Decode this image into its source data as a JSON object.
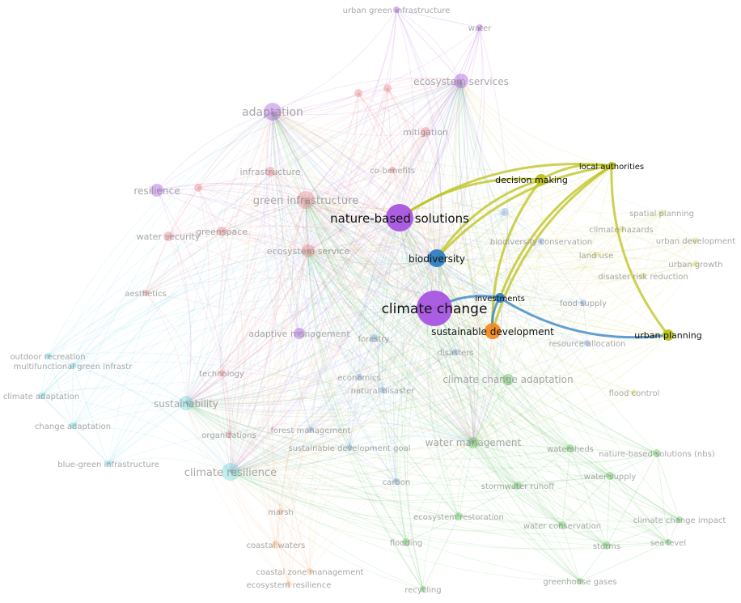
{
  "colors": {
    "purple": "#a855e0",
    "red": "#e8858a",
    "blue": "#2f7fc1",
    "green": "#5fbf5a",
    "yellow": "#bcc21a",
    "cyan": "#6fd4dd",
    "orange": "#f28a22",
    "lightblue": "#7fa8dc",
    "lightyellow": "#d9dc7a",
    "peach": "#f5b98a"
  },
  "network": {
    "nodes": [
      {
        "id": "climate_change",
        "label": "climate change",
        "cluster": "purple",
        "active": true
      },
      {
        "id": "nbs",
        "label": "nature-based solutions",
        "cluster": "purple",
        "active": true
      },
      {
        "id": "biodiversity",
        "label": "biodiversity",
        "cluster": "blue",
        "active": true
      },
      {
        "id": "sustainable_development",
        "label": "sustainable development",
        "cluster": "orange",
        "active": true
      },
      {
        "id": "decision_making",
        "label": "decision making",
        "cluster": "yellow",
        "active": true
      },
      {
        "id": "local_authorities",
        "label": "local authorities",
        "cluster": "yellow",
        "active": true
      },
      {
        "id": "urban_planning",
        "label": "urban planning",
        "cluster": "yellow",
        "active": true
      },
      {
        "id": "investments",
        "label": "investments",
        "cluster": "blue",
        "active": true
      },
      {
        "id": "urban_green_infrastructure",
        "label": "urban green infrastructure",
        "cluster": "purple"
      },
      {
        "id": "water",
        "label": "water",
        "cluster": "purple"
      },
      {
        "id": "ecosystem_services",
        "label": "ecosystem services",
        "cluster": "purple"
      },
      {
        "id": "adaptation",
        "label": "adaptation",
        "cluster": "purple"
      },
      {
        "id": "resilience",
        "label": "resilience",
        "cluster": "purple"
      },
      {
        "id": "adaptive_management",
        "label": "adaptive management",
        "cluster": "purple"
      },
      {
        "id": "mitigation",
        "label": "mitigation",
        "cluster": "red"
      },
      {
        "id": "infrastructure",
        "label": "infrastructure",
        "cluster": "red"
      },
      {
        "id": "co_benefits",
        "label": "co-benefits",
        "cluster": "red"
      },
      {
        "id": "green_infrastructure",
        "label": "green infrastructure",
        "cluster": "red"
      },
      {
        "id": "greenspace",
        "label": "greenspace",
        "cluster": "red"
      },
      {
        "id": "water_security",
        "label": "water security",
        "cluster": "red"
      },
      {
        "id": "ecosystem_service",
        "label": "ecosystem service",
        "cluster": "red"
      },
      {
        "id": "aesthetics",
        "label": "aesthetics",
        "cluster": "red"
      },
      {
        "id": "technology",
        "label": "technology",
        "cluster": "red"
      },
      {
        "id": "organizations",
        "label": "organizations",
        "cluster": "red"
      },
      {
        "id": "red_a",
        "label": "",
        "cluster": "red"
      },
      {
        "id": "red_b",
        "label": "",
        "cluster": "red"
      },
      {
        "id": "red_c",
        "label": "",
        "cluster": "red"
      },
      {
        "id": "outdoor_recreation",
        "label": "outdoor recreation",
        "cluster": "cyan"
      },
      {
        "id": "multifunctional",
        "label": "multifunctional green infrastr",
        "cluster": "cyan"
      },
      {
        "id": "climate_adaptation",
        "label": "climate adaptation",
        "cluster": "cyan"
      },
      {
        "id": "change_adaptation",
        "label": "change adaptation",
        "cluster": "cyan"
      },
      {
        "id": "blue_green_infrastructure",
        "label": "blue-green infrastructure",
        "cluster": "cyan"
      },
      {
        "id": "sustainability",
        "label": "sustainability",
        "cluster": "cyan"
      },
      {
        "id": "climate_resilience",
        "label": "climate resilience",
        "cluster": "cyan"
      },
      {
        "id": "forestry",
        "label": "forestry",
        "cluster": "lightblue"
      },
      {
        "id": "economics",
        "label": "economics",
        "cluster": "lightblue"
      },
      {
        "id": "natural_disaster",
        "label": "natural disaster",
        "cluster": "lightblue"
      },
      {
        "id": "disasters",
        "label": "disasters",
        "cluster": "lightblue"
      },
      {
        "id": "forest_management",
        "label": "forest management",
        "cluster": "lightblue"
      },
      {
        "id": "sdg",
        "label": "sustainable development goal",
        "cluster": "lightblue"
      },
      {
        "id": "carbon",
        "label": "carbon",
        "cluster": "lightblue"
      },
      {
        "id": "biodiversity_conservation",
        "label": "biodiversity conservation",
        "cluster": "lightblue"
      },
      {
        "id": "resource_allocation",
        "label": "resource allocation",
        "cluster": "lightblue"
      },
      {
        "id": "food_supply",
        "label": "food supply",
        "cluster": "lightblue"
      },
      {
        "id": "blue_a",
        "label": "",
        "cluster": "lightblue"
      },
      {
        "id": "spatial_planning",
        "label": "spatial planning",
        "cluster": "lightyellow"
      },
      {
        "id": "climate_hazards",
        "label": "climate hazards",
        "cluster": "lightyellow"
      },
      {
        "id": "urban_development",
        "label": "urban development",
        "cluster": "lightyellow"
      },
      {
        "id": "urban_growth",
        "label": "urban growth",
        "cluster": "lightyellow"
      },
      {
        "id": "land_use",
        "label": "land use",
        "cluster": "lightyellow"
      },
      {
        "id": "disaster_risk_reduction",
        "label": "disaster risk reduction",
        "cluster": "lightyellow"
      },
      {
        "id": "flood_control",
        "label": "flood control",
        "cluster": "lightyellow"
      },
      {
        "id": "climate_change_adaptation",
        "label": "climate change adaptation",
        "cluster": "green"
      },
      {
        "id": "water_management",
        "label": "water management",
        "cluster": "green"
      },
      {
        "id": "watersheds",
        "label": "watersheds",
        "cluster": "green"
      },
      {
        "id": "nbs_short",
        "label": "nature-based solutions (nbs)",
        "cluster": "green"
      },
      {
        "id": "water_supply",
        "label": "water supply",
        "cluster": "green"
      },
      {
        "id": "stormwater_runoff",
        "label": "stormwater runoff",
        "cluster": "green"
      },
      {
        "id": "ecosystem_restoration",
        "label": "ecosystem restoration",
        "cluster": "green"
      },
      {
        "id": "water_conservation",
        "label": "water conservation",
        "cluster": "green"
      },
      {
        "id": "climate_change_impact",
        "label": "climate change impact",
        "cluster": "green"
      },
      {
        "id": "storms",
        "label": "storms",
        "cluster": "green"
      },
      {
        "id": "sea_level",
        "label": "sea level",
        "cluster": "green"
      },
      {
        "id": "greenhouse_gases",
        "label": "greenhouse gases",
        "cluster": "green"
      },
      {
        "id": "flooding",
        "label": "flooding",
        "cluster": "green"
      },
      {
        "id": "recycling",
        "label": "recycling",
        "cluster": "green"
      },
      {
        "id": "marsh",
        "label": "marsh",
        "cluster": "peach"
      },
      {
        "id": "coastal_waters",
        "label": "coastal waters",
        "cluster": "peach"
      },
      {
        "id": "coastal_zone_management",
        "label": "coastal zone management",
        "cluster": "peach"
      },
      {
        "id": "ecosystem_resilience",
        "label": "ecosystem resilience",
        "cluster": "peach"
      }
    ],
    "highlight_links": [
      [
        "local_authorities",
        "decision_making"
      ],
      [
        "local_authorities",
        "nbs"
      ],
      [
        "local_authorities",
        "urban_planning"
      ],
      [
        "local_authorities",
        "biodiversity"
      ],
      [
        "local_authorities",
        "investments"
      ],
      [
        "local_authorities",
        "sustainable_development"
      ],
      [
        "decision_making",
        "nbs"
      ],
      [
        "decision_making",
        "biodiversity"
      ],
      [
        "decision_making",
        "sustainable_development"
      ],
      [
        "investments",
        "climate_change"
      ],
      [
        "investments",
        "sustainable_development"
      ],
      [
        "investments",
        "urban_planning"
      ]
    ]
  }
}
